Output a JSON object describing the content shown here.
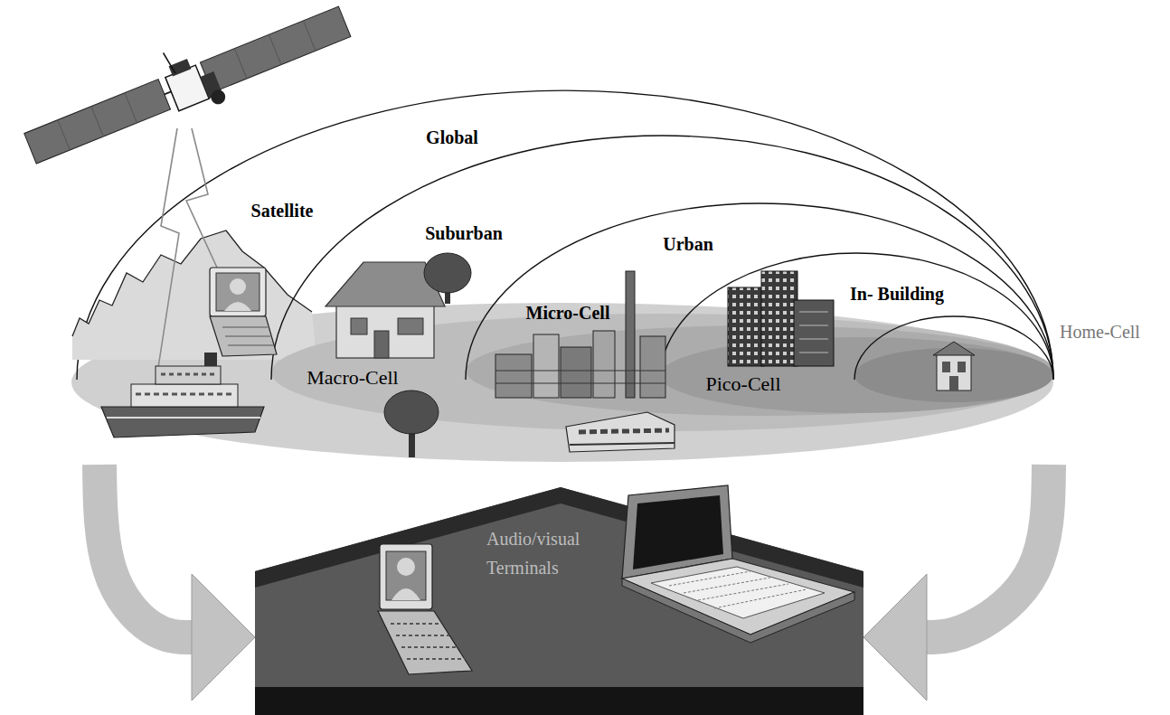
{
  "diagram": {
    "nodes": [
      {
        "text": [
          "Global"
        ]
      },
      {
        "text": [
          "Satellite"
        ],
        "in": 0
      },
      {
        "text": [
          "Suburban",
          "Macro-Cell"
        ],
        "in": 0
      },
      {
        "text": [
          "Urban",
          "Micro-Cell"
        ],
        "in": 2
      },
      {
        "text": [
          "In- Building",
          "Pico-Cell"
        ],
        "in": 3
      },
      {
        "text": [
          "Home-Cell"
        ],
        "in": 4
      },
      {
        "text": [
          "Audio/visual Terminals"
        ]
      }
    ],
    "edges": [
      {
        "from": 0,
        "to": 6,
        "arrow": "to"
      },
      {
        "from": 0,
        "to": 6,
        "arrow": "to"
      }
    ]
  }
}
